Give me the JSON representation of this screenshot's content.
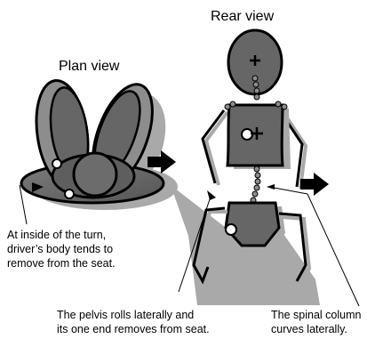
{
  "labels": {
    "plan_view": "Plan view",
    "rear_view": "Rear view",
    "inside_turn": [
      "At inside of the turn,",
      "driver’s body tends to",
      "remove from the seat."
    ],
    "pelvis": [
      "The pelvis rolls laterally and",
      "its one end removes from seat."
    ],
    "spine": [
      "The spinal column",
      "curves laterally."
    ]
  },
  "colors": {
    "body_fill": "#6a6a6a",
    "shadow": "#a9a9a9",
    "outline": "#000000",
    "spine_joint": "#8c8c8c",
    "marker": "#ffffff"
  },
  "icons": [
    "direction-arrow-icon",
    "direction-arrow-icon"
  ]
}
